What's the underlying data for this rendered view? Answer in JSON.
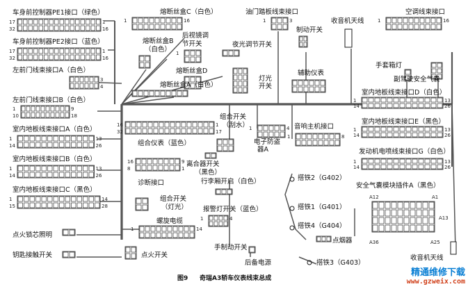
{
  "caption": {
    "fig": "图9",
    "title": "奇瑞A3轿车仪表线束总成"
  },
  "connectors": {
    "pe1": "车身前控制器PE1接口（绿色）",
    "pe2": "车身前控制器PE2接口（蓝色）",
    "fuse_c": "熔断丝盒C（白色）",
    "fuse_b1": "熔断丝盒B",
    "fuse_b2": "（白色）",
    "mirror1": "后视镜调",
    "mirror2": "节开关",
    "fuse_d": "熔断丝盒D",
    "fuse_a": "熔断丝盒A（白色）",
    "throttle": "油门踏板线束接口",
    "brake": "制动开关",
    "radio_ant": "收音机天线",
    "night": "夜光调节开关",
    "light_sw1": "灯光",
    "light_sw2": "开关",
    "aux": "辅助仪表",
    "ac": "空调线束接口",
    "glove": "手套箱灯",
    "copilot_bag": "副驾驶安全气囊",
    "lf_door_a": "左前门线束接口A（白色）",
    "lf_door_b": "左前门线束接口B（白色）",
    "floor_a": "室内地板线束接口A（白色）",
    "floor_b": "室内地板线束接口B（白色）",
    "floor_c": "室内地板线束接口C（黑色）",
    "floor_d": "室内地板线束接口D（白色）",
    "floor_e": "室内地板线束接口E（黑色）",
    "combo_sw1": "组合开关",
    "combo_sw2": "（刮水）",
    "combo_sw3": "组合开关",
    "combo_sw4": "（灯光）",
    "cluster": "组合仪表（蓝色）",
    "clutch1": "离合器开关",
    "clutch2": "（黑色）",
    "anti_theft1": "电子防盗",
    "anti_theft2": "器A",
    "head_unit": "音响主机接口",
    "diag": "诊断接口",
    "trunk": "行李厢开启（白色）",
    "hazard": "报警灯开关（蓝色）",
    "clock_spring": "螺旋电缆",
    "engine_g": "发动机电喷线束接口G（白色）",
    "airbag_module": "安全气囊模块插件A（黑色）",
    "g402": "搭铁2（G402）",
    "g401": "搭铁1（G401）",
    "g404": "搭铁4（G404）",
    "g403": "搭铁3（G403）",
    "ign_light": "点火锁芯照明",
    "key_switch": "钥匙接触开关",
    "ign_switch": "点火开关",
    "park_brake": "手制动开关",
    "rear_power": "后备电源",
    "cig": "点烟器",
    "radio_ant2": "收音机天线",
    "a12": "A12",
    "a1": "A1",
    "a13": "A13",
    "a36": "A36",
    "a25": "A25"
  },
  "watermark": {
    "line1": "精通维修下载",
    "line2": "www.gzweix.com"
  },
  "colors": {
    "line": "#1a1a1a",
    "harness": "#555555",
    "bg": "#ffffff",
    "wm_blue": "#0a7fd4",
    "wm_red": "#d0401a"
  }
}
